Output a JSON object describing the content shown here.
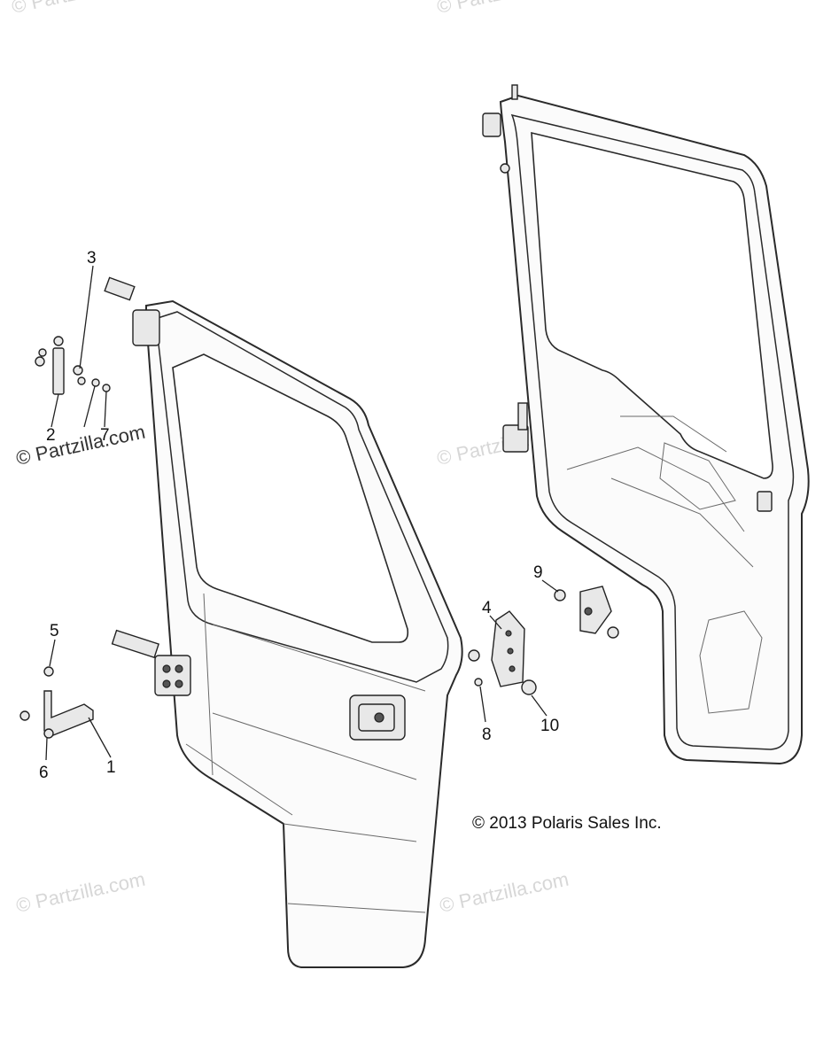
{
  "callouts": [
    {
      "id": "1",
      "label": "1"
    },
    {
      "id": "2",
      "label": "2"
    },
    {
      "id": "3",
      "label": "3"
    },
    {
      "id": "4",
      "label": "4"
    },
    {
      "id": "5",
      "label": "5"
    },
    {
      "id": "6",
      "label": "6"
    },
    {
      "id": "7",
      "label": "7"
    },
    {
      "id": "8",
      "label": "8"
    },
    {
      "id": "9",
      "label": "9"
    },
    {
      "id": "10",
      "label": "10"
    }
  ],
  "copyright": "© 2013 Polaris Sales Inc.",
  "watermark": "© Partzilla.com",
  "colors": {
    "line": "#2a2a2a",
    "watermark": "#d7d7d7",
    "background": "#ffffff"
  }
}
